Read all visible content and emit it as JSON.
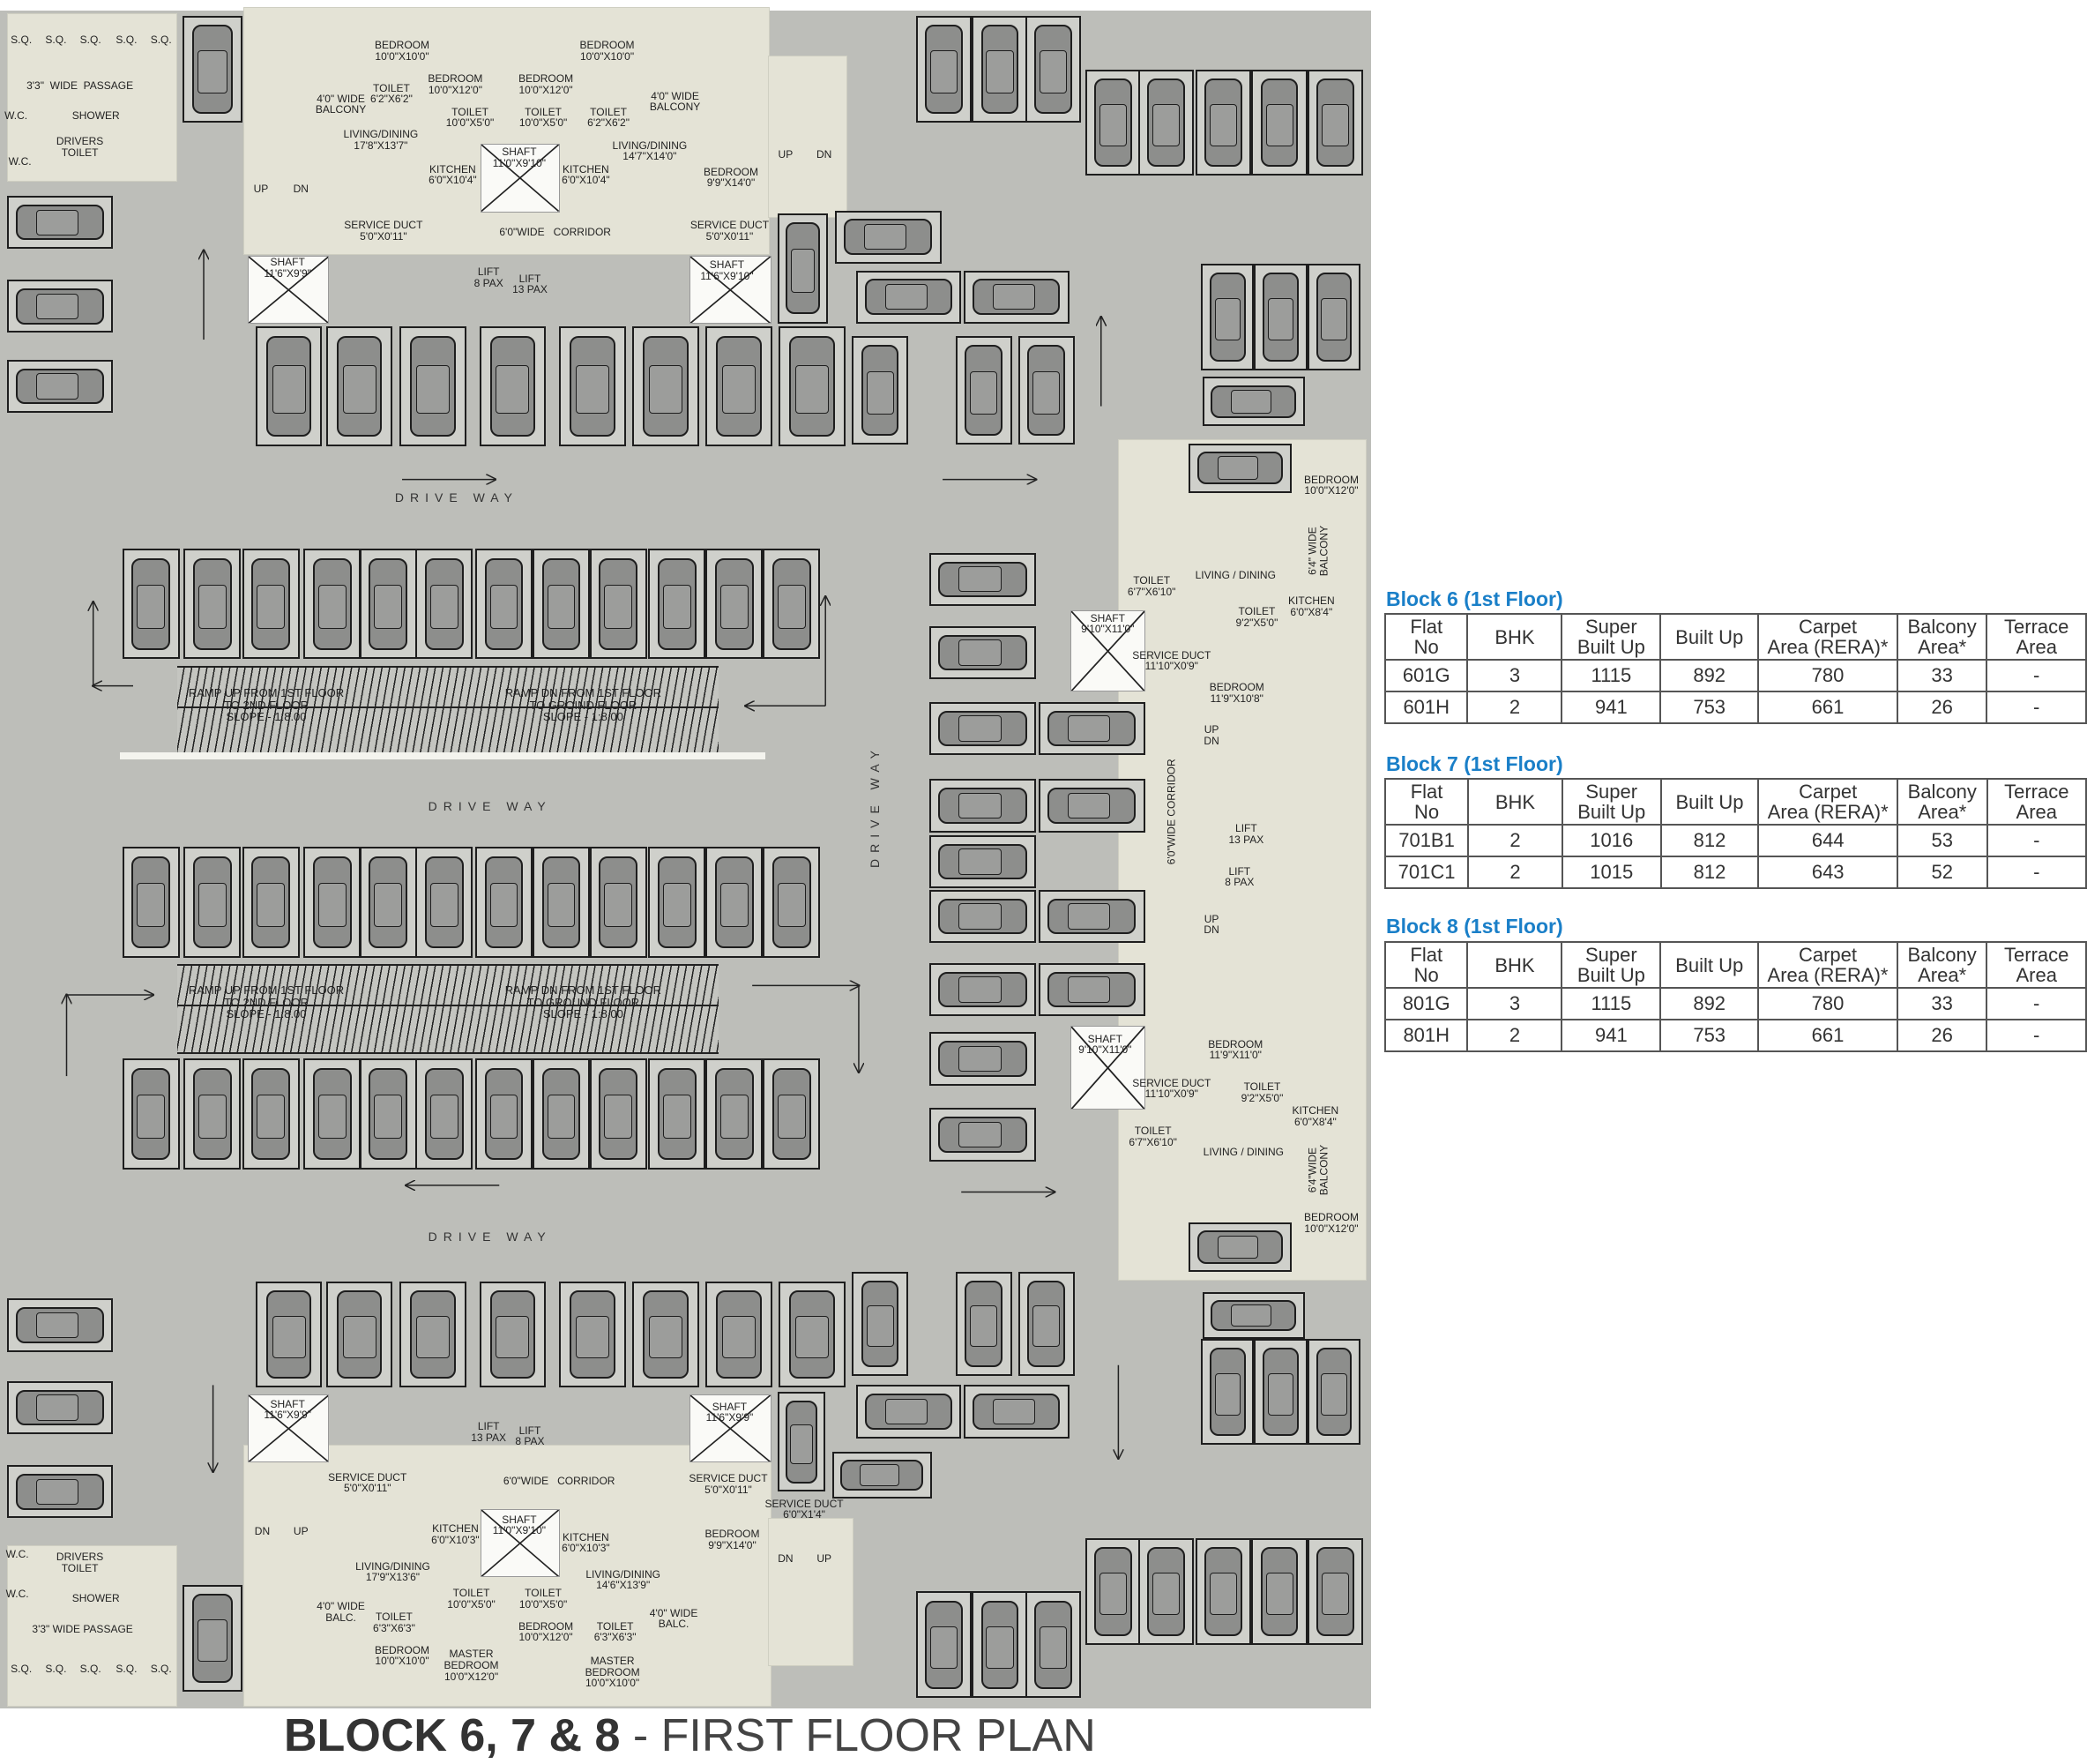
{
  "title": {
    "bold": "BLOCK 6, 7 & 8",
    "light": " - FIRST FLOOR PLAN"
  },
  "colors": {
    "heading_blue": "#1a7fc8",
    "ground": "#bdbeb9",
    "building": "#e4e3d6"
  },
  "tables": [
    {
      "heading": "Block 6 (1st Floor)",
      "columns": [
        "Flat\nNo",
        "BHK",
        "Super\nBuilt Up",
        "Built Up",
        "Carpet\nArea (RERA)*",
        "Balcony\nArea*",
        "Terrace\nArea"
      ],
      "rows": [
        [
          "601G",
          "3",
          "1115",
          "892",
          "780",
          "33",
          "-"
        ],
        [
          "601H",
          "2",
          "941",
          "753",
          "661",
          "26",
          "-"
        ]
      ]
    },
    {
      "heading": "Block 7 (1st Floor)",
      "columns": [
        "Flat\nNo",
        "BHK",
        "Super\nBuilt Up",
        "Built Up",
        "Carpet\nArea (RERA)*",
        "Balcony\nArea*",
        "Terrace\nArea"
      ],
      "rows": [
        [
          "701B1",
          "2",
          "1016",
          "812",
          "644",
          "53",
          "-"
        ],
        [
          "701C1",
          "2",
          "1015",
          "812",
          "643",
          "52",
          "-"
        ]
      ]
    },
    {
      "heading": "Block 8 (1st Floor)",
      "columns": [
        "Flat\nNo",
        "BHK",
        "Super\nBuilt Up",
        "Built Up",
        "Carpet\nArea (RERA)*",
        "Balcony\nArea*",
        "Terrace\nArea"
      ],
      "rows": [
        [
          "801G",
          "3",
          "1115",
          "892",
          "780",
          "33",
          "-"
        ],
        [
          "801H",
          "2",
          "941",
          "753",
          "661",
          "26",
          "-"
        ]
      ]
    }
  ],
  "plan": {
    "drive_way": [
      "DRIVE WAY",
      "DRIVE WAY",
      "DRIVE WAY",
      "DRIVE WAY"
    ],
    "ramps": [
      "RAMP UP FROM 1ST FLOOR\nTO 2ND FLOOR\nSLOPE - 1:8.00",
      "RAMP DN FROM 1ST FLOOR\nTO GROIND FLOOR\nSLOPE - 1:8.00",
      "RAMP UP FROM 1ST FLOOR\nTO 2ND FLOOR\nSLOPE - 1:8.00",
      "RAMP DN FROM 1ST FLOOR\nTO GROUND FLOOR\nSLOPE - 1:8.00"
    ],
    "labels": [
      "BEDROOM\n10'0\"X10'0\"",
      "BEDROOM\n10'0\"X12'0\"",
      "BEDROOM\n10'0\"X12'0\"",
      "BEDROOM\n10'0\"X10'0\"",
      "TOILET\n6'2\"X6'2\"",
      "4'0\" WIDE\nBALCONY",
      "TOILET\n10'0\"X5'0\"",
      "TOILET\n10'0\"X5'0\"",
      "TOILET\n6'2\"X6'2\"",
      "4'0\" WIDE\nBALCONY",
      "LIVING/DINING\n17'8\"X13'7\"",
      "SHAFT\n11'0\"X9'10\"",
      "KITCHEN\n6'0\"X10'4\"",
      "KITCHEN\n6'0\"X10'4\"",
      "LIVING/DINING\n14'7\"X14'0\"",
      "BEDROOM\n9'9\"X14'0\"",
      "UP",
      "DN",
      "SERVICE DUCT\n5'0\"X0'11\"",
      "6'0\"WIDE   CORRIDOR",
      "SERVICE DUCT\n5'0\"X0'11\"",
      "SHAFT\n11'6\"X9'9\"",
      "LIFT\n8 PAX",
      "LIFT\n13 PAX",
      "SHAFT\n11'6\"X9'10\"",
      "UP",
      "DN",
      "S.Q.",
      "S.Q.",
      "S.Q.",
      "S.Q.",
      "S.Q.",
      "3'3\"  WIDE  PASSAGE",
      "W.C.",
      "W.C.",
      "SHOWER",
      "DRIVERS\nTOILET",
      "BEDROOM\n10'0\"X12'0\"",
      "6'4\" WIDE\nBALCONY",
      "TOILET\n6'7\"X6'10\"",
      "LIVING / DINING",
      "KITCHEN\n6'0\"X8'4\"",
      "TOILET\n9'2\"X5'0\"",
      "SHAFT\n9'10\"X11'0\"",
      "SERVICE DUCT\n11'10\"X0'9\"",
      "BEDROOM\n11'9\"X10'8\"",
      "UP\nDN",
      "6'0\"WIDE CORRIDOR",
      "LIFT\n13 PAX",
      "LIFT\n8 PAX",
      "UP\nDN",
      "BEDROOM\n11'9\"X11'0\"",
      "SHAFT\n9'10\"X11'0\"",
      "SERVICE DUCT\n11'10\"X0'9\"",
      "TOILET\n9'2\"X5'0\"",
      "KITCHEN\n6'0\"X8'4\"",
      "TOILET\n6'7\"X6'10\"",
      "LIVING / DINING",
      "6'4\"WIDE\nBALCONY",
      "BEDROOM\n10'0\"X12'0\"",
      "SHAFT\n11'6\"X9'9\"",
      "LIFT\n13 PAX",
      "LIFT\n8 PAX",
      "SHAFT\n11'6\"X9'9\"",
      "SERVICE DUCT\n5'0\"X0'11\"",
      "6'0\"WIDE   CORRIDOR",
      "SERVICE DUCT\n5'0\"X0'11\"",
      "SERVICE DUCT\n6'0\"X1'4\"",
      "DN",
      "UP",
      "KITCHEN\n6'0\"X10'3\"",
      "SHAFT\n11'0\"X9'10\"",
      "KITCHEN\n6'0\"X10'3\"",
      "BEDROOM\n9'9\"X14'0\"",
      "LIVING/DINING\n17'9\"X13'6\"",
      "LIVING/DINING\n14'6\"X13'9\"",
      "DN",
      "UP",
      "TOILET\n10'0\"X5'0\"",
      "TOILET\n10'0\"X5'0\"",
      "4'0\" WIDE\nBALC.",
      "TOILET\n6'3\"X6'3\"",
      "BEDROOM\n10'0\"X12'0\"",
      "TOILET\n6'3\"X6'3\"",
      "4'0\" WIDE\nBALC.",
      "BEDROOM\n10'0\"X10'0\"",
      "MASTER\nBEDROOM\n10'0\"X12'0\"",
      "MASTER\nBEDROOM\n10'0\"X10'0\"",
      "W.C.",
      "W.C.",
      "DRIVERS\nTOILET",
      "SHOWER",
      "3'3\" WIDE PASSAGE",
      "S.Q.",
      "S.Q.",
      "S.Q.",
      "S.Q.",
      "S.Q."
    ]
  }
}
